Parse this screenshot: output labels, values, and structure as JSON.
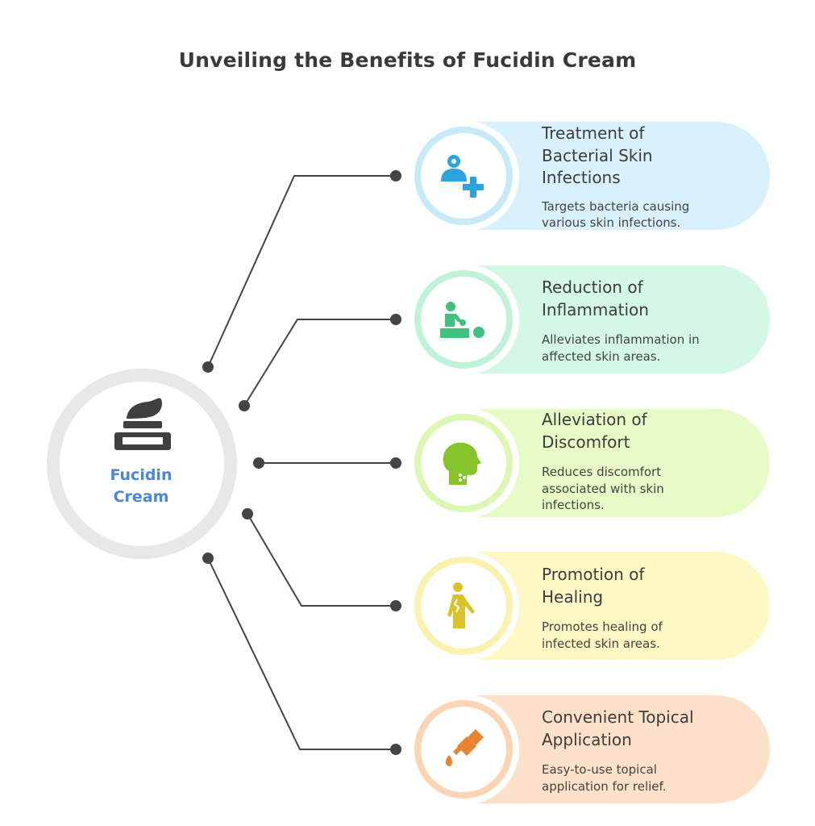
{
  "title": "Unveiling the Benefits of Fucidin Cream",
  "hub": {
    "label_lines": [
      "Fucidin",
      "Cream"
    ],
    "icon": "cream-jar-icon"
  },
  "items": [
    {
      "title_lines": [
        "Treatment of",
        "Bacterial Skin",
        "Infections"
      ],
      "desc_lines": [
        "Targets bacteria causing",
        "various skin infections."
      ],
      "icon": "doctor-plus-icon",
      "bg": "#d8f1fc",
      "ring": "#c7eaf9",
      "icon_color": "#2ba3dc"
    },
    {
      "title_lines": [
        "Reduction of",
        "Inflammation"
      ],
      "desc_lines": [
        "Alleviates inflammation in",
        "affected skin areas."
      ],
      "icon": "massage-therapy-icon",
      "bg": "#d3f8e6",
      "ring": "#c0f2da",
      "icon_color": "#3ec27e"
    },
    {
      "title_lines": [
        "Alleviation of",
        "Discomfort"
      ],
      "desc_lines": [
        "Reduces discomfort",
        "associated with skin",
        "infections."
      ],
      "icon": "sore-throat-head-icon",
      "bg": "#e7fbc6",
      "ring": "#dcf7b1",
      "icon_color": "#85c42a"
    },
    {
      "title_lines": [
        "Promotion of",
        "Healing"
      ],
      "desc_lines": [
        "Promotes healing of",
        "infected skin areas."
      ],
      "icon": "injured-person-icon",
      "bg": "#fef8c4",
      "ring": "#fcf1ad",
      "icon_color": "#d9c22a"
    },
    {
      "title_lines": [
        "Convenient Topical",
        "Application"
      ],
      "desc_lines": [
        "Easy-to-use topical",
        "application for relief."
      ],
      "icon": "dropper-bottle-icon",
      "bg": "#fde1c9",
      "ring": "#fcd4b3",
      "icon_color": "#e8822f"
    }
  ]
}
